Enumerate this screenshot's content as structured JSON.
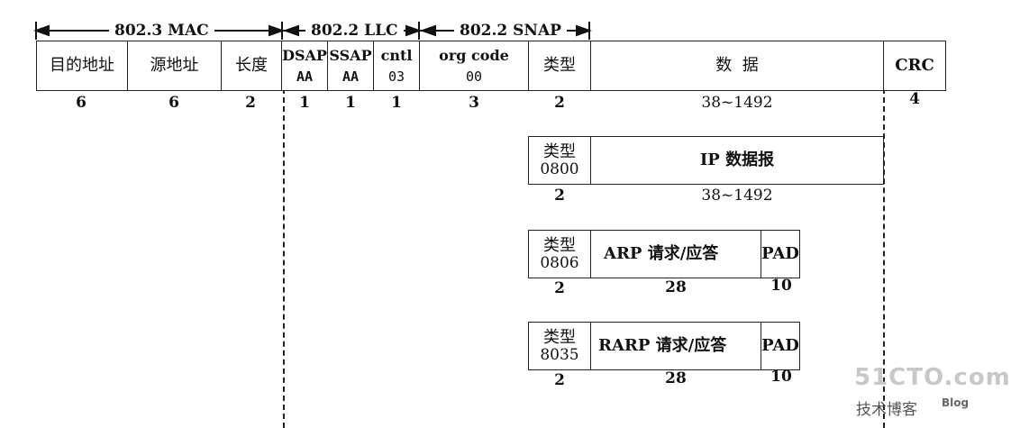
{
  "headers": {
    "mac": "802.3 MAC",
    "llc": "802.2 LLC",
    "snap": "802.2 SNAP"
  },
  "main_frame": {
    "dst_addr": "目的地址",
    "src_addr": "源地址",
    "length": "长度",
    "dsap": "DSAP",
    "dsap_val": "AA",
    "ssap": "SSAP",
    "ssap_val": "AA",
    "cntl": "cntl",
    "cntl_val": "03",
    "org_code": "org code",
    "org_code_val": "00",
    "type": "类型",
    "data": "数  据",
    "crc": "CRC"
  },
  "main_sizes": {
    "dst": "6",
    "src": "6",
    "len": "2",
    "dsap": "1",
    "ssap": "1",
    "cntl": "1",
    "org": "3",
    "type": "2",
    "data": "38~1492",
    "crc": "4"
  },
  "ip_frame": {
    "type": "类型",
    "type_val": "0800",
    "payload": "IP 数据报",
    "size_type": "2",
    "size_payload": "38~1492"
  },
  "arp_frame": {
    "type": "类型",
    "type_val": "0806",
    "payload": "ARP 请求/应答",
    "pad": "PAD",
    "size_type": "2",
    "size_payload": "28",
    "size_pad": "10"
  },
  "rarp_frame": {
    "type": "类型",
    "type_val": "8035",
    "payload": "RARP 请求/应答",
    "pad": "PAD",
    "size_type": "2",
    "size_payload": "28",
    "size_pad": "10"
  },
  "watermark": {
    "site": "51CTO.com",
    "sub": "技术博客",
    "blog": "Blog"
  }
}
